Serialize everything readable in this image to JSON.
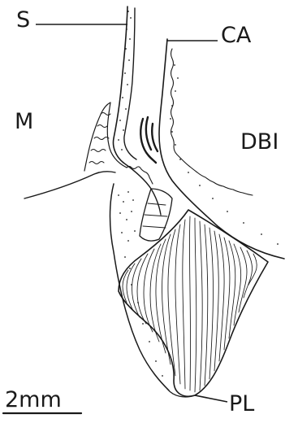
{
  "labels": {
    "s": "S",
    "ca": "CA",
    "m": "M",
    "dbi": "DBI",
    "pl": "PL"
  },
  "scale_bar": {
    "label": "2mm"
  },
  "colors": {
    "ink": "#1a1a1a",
    "background": "#ffffff"
  }
}
